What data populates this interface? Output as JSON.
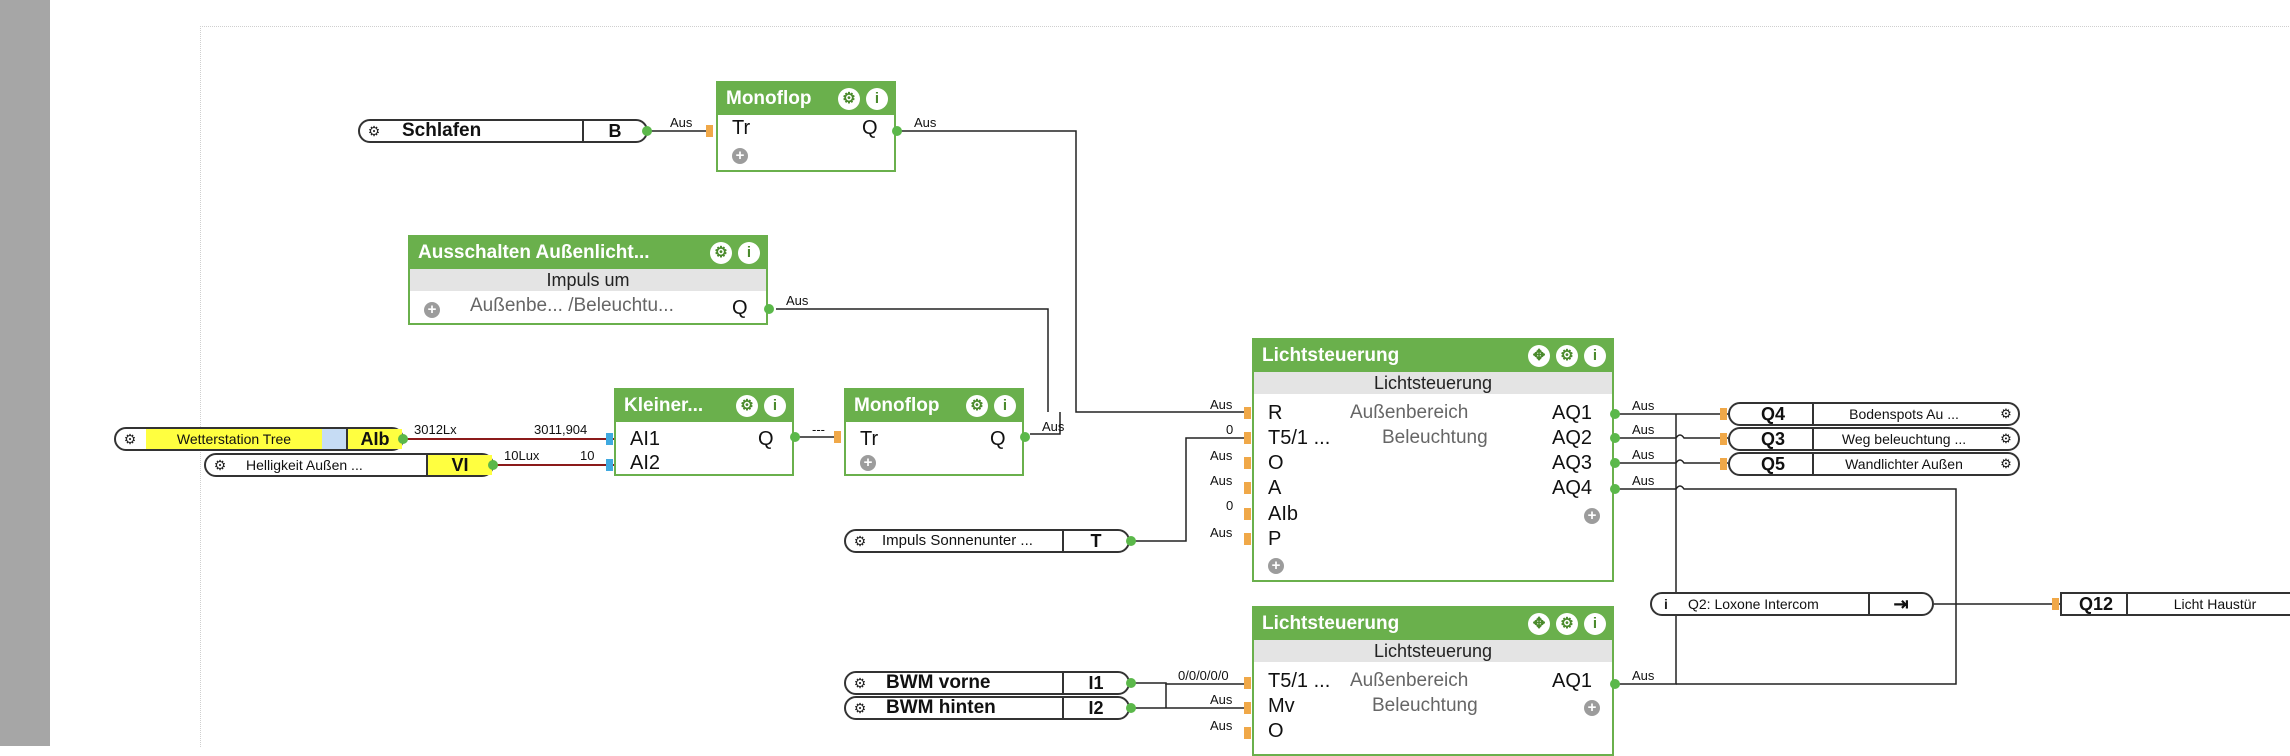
{
  "blocks": {
    "monoflop1": {
      "title": "Monoflop",
      "in1": "Tr",
      "out1": "Q"
    },
    "ausschalten": {
      "title": "Ausschalten Außenlicht...",
      "sub": "Impuls um",
      "param": "Außenbe... /Beleuchtu...",
      "out1": "Q"
    },
    "kleiner": {
      "title": "Kleiner...",
      "in1": "AI1",
      "in2": "AI2",
      "out1": "Q"
    },
    "monoflop2": {
      "title": "Monoflop",
      "in1": "Tr",
      "out1": "Q"
    },
    "licht1": {
      "title": "Lichtsteuerung",
      "sub": "Lichtsteuerung",
      "mid1": "Außenbereich",
      "mid2": "Beleuchtung",
      "in1": "R",
      "in2": "T5/1 ...",
      "in3": "O",
      "in4": "A",
      "in5": "AIb",
      "in6": "P",
      "out1": "AQ1",
      "out2": "AQ2",
      "out3": "AQ3",
      "out4": "AQ4"
    },
    "licht2": {
      "title": "Lichtsteuerung",
      "sub": "Lichtsteuerung",
      "mid1": "Außenbereich",
      "mid2": "Beleuchtung",
      "in1": "T5/1 ...",
      "in2": "Mv",
      "in3": "O",
      "out1": "AQ1"
    }
  },
  "refs": {
    "schlafen": {
      "label": "Schlafen",
      "code": "B"
    },
    "wetter": {
      "label": "Wetterstation Tree",
      "code": "AIb"
    },
    "helligkeit": {
      "label": "Helligkeit Außen ...",
      "code": "VI"
    },
    "impuls": {
      "label": "Impuls Sonnenunter ...",
      "code": "T"
    },
    "bwm_vorne": {
      "label": "BWM vorne",
      "code": "I1"
    },
    "bwm_hinten": {
      "label": "BWM hinten",
      "code": "I2"
    },
    "intercom": {
      "label": "Q2: Loxone Intercom"
    },
    "q4": {
      "code": "Q4",
      "label": "Bodenspots Au ..."
    },
    "q3": {
      "code": "Q3",
      "label": "Weg beleuchtung ..."
    },
    "q5": {
      "code": "Q5",
      "label": "Wandlichter Außen"
    },
    "q12": {
      "code": "Q12",
      "label": "Licht Haustür"
    }
  },
  "wire_labels": {
    "aus": "Aus",
    "lux_3012": "3012Lx",
    "val_3011": "3011,904",
    "lux_10": "10Lux",
    "val_10": "10",
    "dashes": "---",
    "zero": "0",
    "zeros": "0/0/0/0/0"
  },
  "icons": {
    "gear": "gear-icon",
    "info": "info-icon",
    "move": "move-icon",
    "plus": "plus-icon",
    "exit": "exit-icon"
  },
  "colors": {
    "block_green": "#6ab04c",
    "pin_green": "#5bb84a",
    "input_orange": "#f0a848",
    "analog_input_blue": "#3fa9e0",
    "wire_red": "#8b1a1a",
    "ref_yellow": "#ffff40",
    "ref_blue": "#c6dcf4"
  }
}
